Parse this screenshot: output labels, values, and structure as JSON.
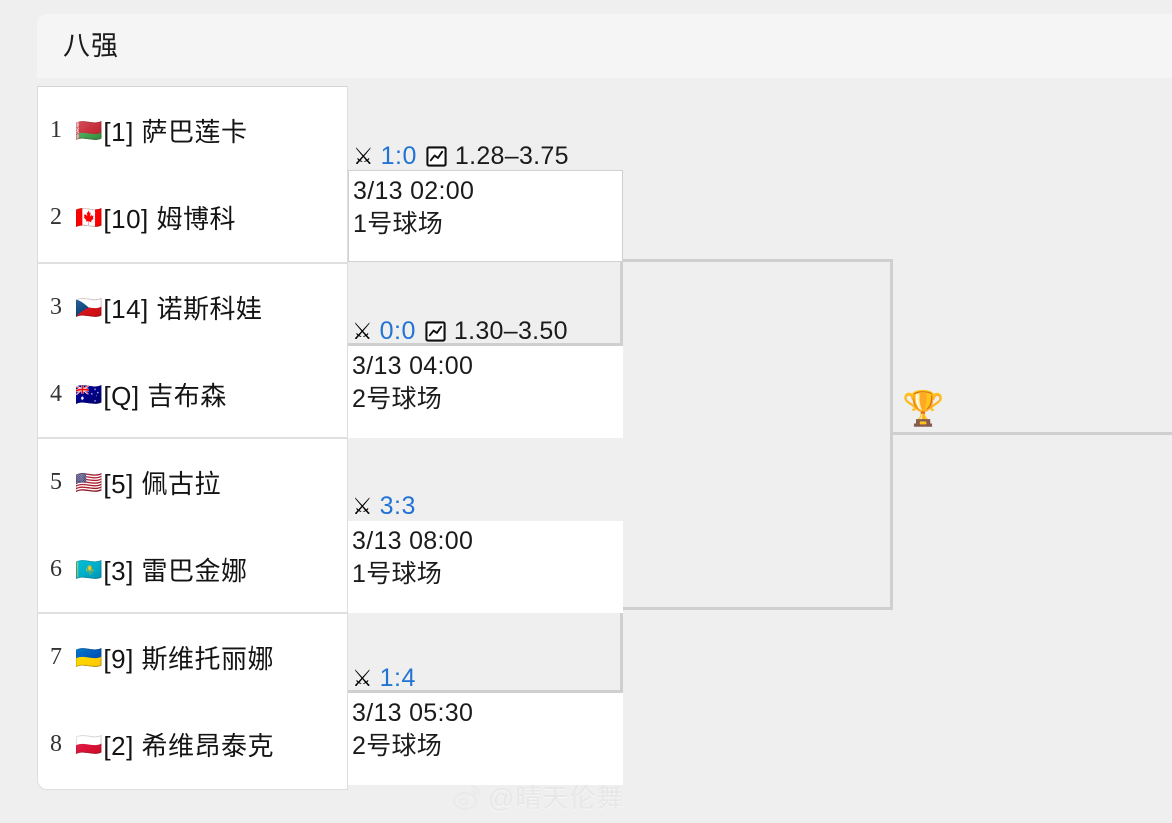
{
  "header": {
    "round_title": "八强"
  },
  "colors": {
    "score_blue": "#2274d4",
    "page_background": "#efefef",
    "panel_background": "#ffffff",
    "header_background": "#f5f5f6",
    "bracket_line": "#cfcfcf",
    "separator": "#e0e0e0"
  },
  "icons": {
    "swords": "⚔",
    "odds_chart": "chart-box-icon",
    "trophy": "🏆",
    "weibo": "weibo-logo-icon"
  },
  "players": [
    {
      "no": "1",
      "flag": "🇧🇾",
      "flag_name": "belarus-flag",
      "seed": "[1]",
      "name": "萨巴莲卡",
      "label": "[1] 萨巴莲卡"
    },
    {
      "no": "2",
      "flag": "🇨🇦",
      "flag_name": "canada-flag",
      "seed": "[10]",
      "name": "姆博科",
      "label": "[10] 姆博科"
    },
    {
      "no": "3",
      "flag": "🇨🇿",
      "flag_name": "czechia-flag",
      "seed": "[14]",
      "name": "诺斯科娃",
      "label": "[14] 诺斯科娃"
    },
    {
      "no": "4",
      "flag": "🇦🇺",
      "flag_name": "australia-flag",
      "seed": "[Q]",
      "name": "吉布森",
      "label": "[Q] 吉布森"
    },
    {
      "no": "5",
      "flag": "🇺🇸",
      "flag_name": "usa-flag",
      "seed": "[5]",
      "name": "佩古拉",
      "label": "[5] 佩古拉"
    },
    {
      "no": "6",
      "flag": "🇰🇿",
      "flag_name": "kazakhstan-flag",
      "seed": "[3]",
      "name": "雷巴金娜",
      "label": "[3] 雷巴金娜"
    },
    {
      "no": "7",
      "flag": "🇺🇦",
      "flag_name": "ukraine-flag",
      "seed": "[9]",
      "name": "斯维托丽娜",
      "label": "[9] 斯维托丽娜"
    },
    {
      "no": "8",
      "flag": "🇵🇱",
      "flag_name": "poland-flag",
      "seed": "[2]",
      "name": "希维昂泰克",
      "label": "[2] 希维昂泰克"
    }
  ],
  "matches": [
    {
      "score": "1:0",
      "odds": "1.28–3.75",
      "has_odds": true,
      "datetime": "3/13 02:00",
      "court": "1号球场"
    },
    {
      "score": "0:0",
      "odds": "1.30–3.50",
      "has_odds": true,
      "datetime": "3/13 04:00",
      "court": "2号球场"
    },
    {
      "score": "3:3",
      "odds": "",
      "has_odds": false,
      "datetime": "3/13 08:00",
      "court": "1号球场"
    },
    {
      "score": "1:4",
      "odds": "",
      "has_odds": false,
      "datetime": "3/13 05:30",
      "court": "2号球场"
    }
  ],
  "watermark": {
    "text": "@晴天伦舞"
  }
}
